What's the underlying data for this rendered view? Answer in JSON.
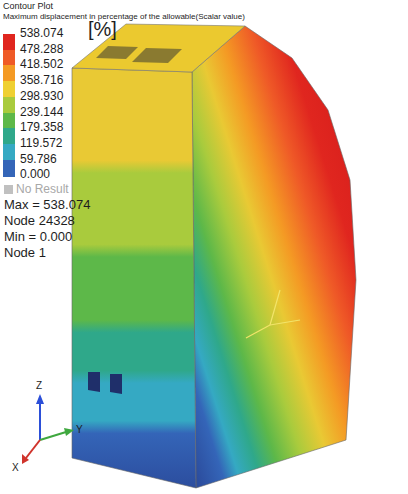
{
  "diagram": {
    "title": "Contour Plot",
    "labels": [
      "Maximum displacement in percentage of the allowable(Scalar value)",
      "[%]",
      "0.000",
      "Max = 538.074",
      "Node 24328",
      "Min = 0.000",
      "Node 1",
      "Z",
      "Y",
      "X"
    ],
    "legend": [
      {
        "text": "538.074",
        "color": "#e0261f"
      },
      {
        "text": "478.288",
        "color": "#ef5a27"
      },
      {
        "text": "418.502",
        "color": "#f49a24"
      },
      {
        "text": "358.716",
        "color": "#efd032"
      },
      {
        "text": "298.930",
        "color": "#a9cb3d"
      },
      {
        "text": "239.144",
        "color": "#5db849"
      },
      {
        "text": "179.358",
        "color": "#2fa88a"
      },
      {
        "text": "119.572",
        "color": "#35a9c3"
      },
      {
        "text": "59.786",
        "color": "#3465b8"
      },
      {
        "text": "No Result",
        "color": "#c0c0c0"
      }
    ]
  }
}
